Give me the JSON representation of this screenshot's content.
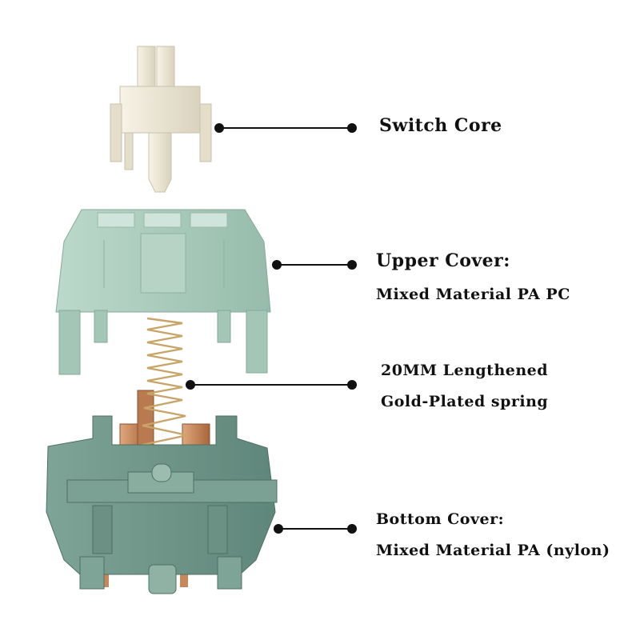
{
  "callouts": {
    "switch_core": {
      "title": "Switch Core"
    },
    "upper_cover": {
      "title": "Upper Cover:",
      "detail": "Mixed Material PA PC"
    },
    "spring": {
      "line1": "20MM Lengthened",
      "line2": "Gold-Plated spring"
    },
    "bottom_cover": {
      "title": "Bottom Cover:",
      "detail": "Mixed Material PA (nylon)"
    }
  },
  "colors": {
    "stem": "#efeadb",
    "upper_housing": "#a9cbbc",
    "bottom_housing": "#6f978a",
    "spring": "#c9a468",
    "contact": "#c8875a",
    "line": "#111111"
  }
}
